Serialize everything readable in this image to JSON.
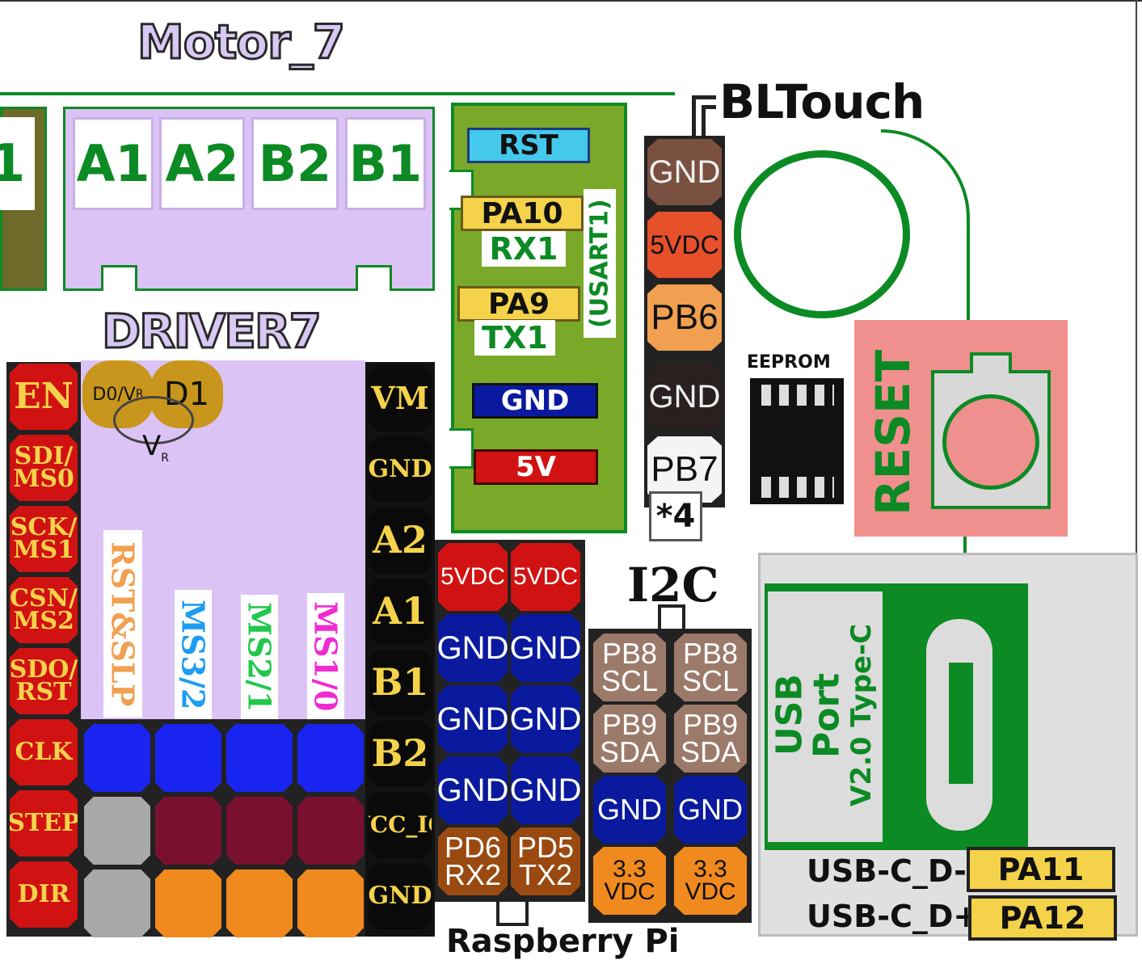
{
  "colors": {
    "pcb_green": "#0c8a24",
    "light_green": "#7aa92a",
    "lavender": "#dcc3f6",
    "board_bg": "#ffffff",
    "red_pin": "#d11212",
    "blue_pin": "#0a1a9e",
    "brown_pin": "#9c7a6a",
    "orange_pin": "#f08a1e",
    "yellow_label": "#f4d24a",
    "reset_pink": "#f0908e"
  },
  "motor": {
    "title": "Motor_7",
    "pins": [
      "1",
      "A1",
      "A2",
      "B2",
      "B1"
    ]
  },
  "uart": {
    "labels": {
      "rst": "RST",
      "pa10": "PA10",
      "rx1": "RX1",
      "pa9": "PA9",
      "tx1": "TX1",
      "gnd": "GND",
      "v5": "5V",
      "usart": "(USART1)"
    }
  },
  "bltouch": {
    "title": "BLTouch",
    "pins": [
      "GND",
      "5VDC",
      "PB6",
      "GND",
      "PB7"
    ],
    "note": "*4"
  },
  "eeprom": {
    "label": "EEPROM"
  },
  "reset": {
    "label": "RESET"
  },
  "driver": {
    "title": "DRIVER7",
    "left_pins": [
      "EN",
      "SDI/\nMS0",
      "SCK/\nMS1",
      "CSN/\nMS2",
      "SDO/\nRST",
      "CLK",
      "STEP",
      "DIR"
    ],
    "right_pins": [
      "VM",
      "GND",
      "A2",
      "A1",
      "B1",
      "B2",
      "VCC_IO",
      "GND"
    ],
    "d0_label": "D0/V",
    "d0_sub": "R",
    "d1_label": "D1",
    "vr_label": "V",
    "vr_sub": "R",
    "jumpers": [
      "RST&SLP",
      "MS3/2",
      "MS2/1",
      "MS1/0"
    ]
  },
  "rpi": {
    "col1": [
      "5VDC",
      "GND",
      "GND",
      "GND",
      "PD6\nRX2"
    ],
    "col2": [
      "5VDC",
      "GND",
      "GND",
      "GND",
      "PD5\nTX2"
    ],
    "bottom_label": "Raspberry Pi"
  },
  "i2c": {
    "title": "I2C",
    "col1": [
      "PB8\nSCL",
      "PB9\nSDA",
      "GND",
      "3.3\nVDC"
    ],
    "col2": [
      "PB8\nSCL",
      "PB9\nSDA",
      "GND",
      "3.3\nVDC"
    ]
  },
  "usb": {
    "label_line1": "USB",
    "label_line2": "Port",
    "label_line3": "V2.0 Type-C",
    "dminus": "USB-C_D-",
    "dplus": "USB-C_D+",
    "pa11": "PA11",
    "pa12": "PA12"
  }
}
